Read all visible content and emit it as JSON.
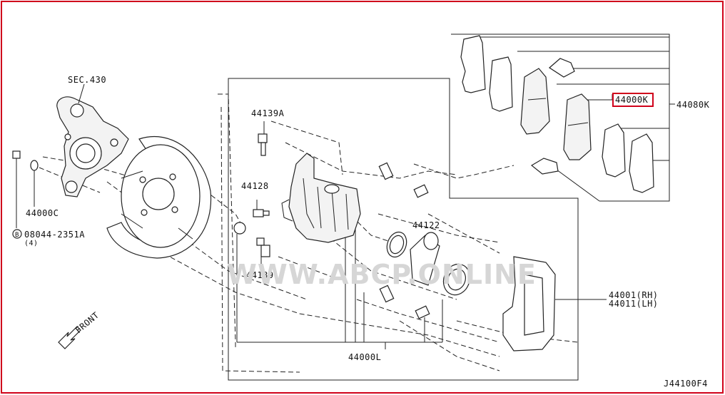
{
  "diagram_id": "J44100F4",
  "watermark": "WWW.ABCP.ONLINE",
  "accent_color": "#d0021b",
  "highlighted_part": "44000K",
  "labels": {
    "sec430": "SEC.430",
    "p44139a": "44139A",
    "p44128": "44128",
    "p44000c": "44000C",
    "bolt_code": "08044-2351A",
    "bolt_qty": "(4)",
    "bolt_marker": "B",
    "p44139": "44139",
    "p44122": "44122",
    "p44000l": "44000L",
    "p44000k": "44000K",
    "p44080k": "44080K",
    "p44001": "44001(RH)",
    "p44011": "44011(LH)",
    "front": "FRONT"
  }
}
